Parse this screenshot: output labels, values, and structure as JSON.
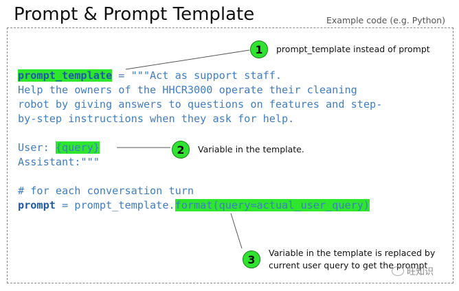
{
  "title": "Prompt & Prompt Template",
  "example_note": "Example code (e.g. Python)",
  "code": {
    "line1": {
      "var": "prompt_template",
      "rest": " = \"\"\"Act as support staff."
    },
    "line2": "Help the owners of the HHCR3000 operate their cleaning",
    "line3": "robot by giving answers to questions on features and step-",
    "line4": "by-step instructions when they ask for help.",
    "line5": {
      "prefix": "User: ",
      "var": "{query}"
    },
    "line6": "Assistant:\"\"\"",
    "line7": "# for each conversation turn",
    "line8": {
      "kw": "prompt",
      "mid": " = prompt_template.",
      "call": "format(query=actual_user_query)"
    }
  },
  "callouts": [
    {
      "number": "1",
      "text": "prompt_template instead of prompt"
    },
    {
      "number": "2",
      "text": "Variable in the template."
    },
    {
      "number": "3",
      "line1": "Variable in the template is replaced by",
      "line2": "current user query to get the prompt"
    }
  ],
  "watermark": "旺知识",
  "colors": {
    "highlight": "#2ee62e",
    "code": "#3f7ec4",
    "badge": "#31e331"
  }
}
